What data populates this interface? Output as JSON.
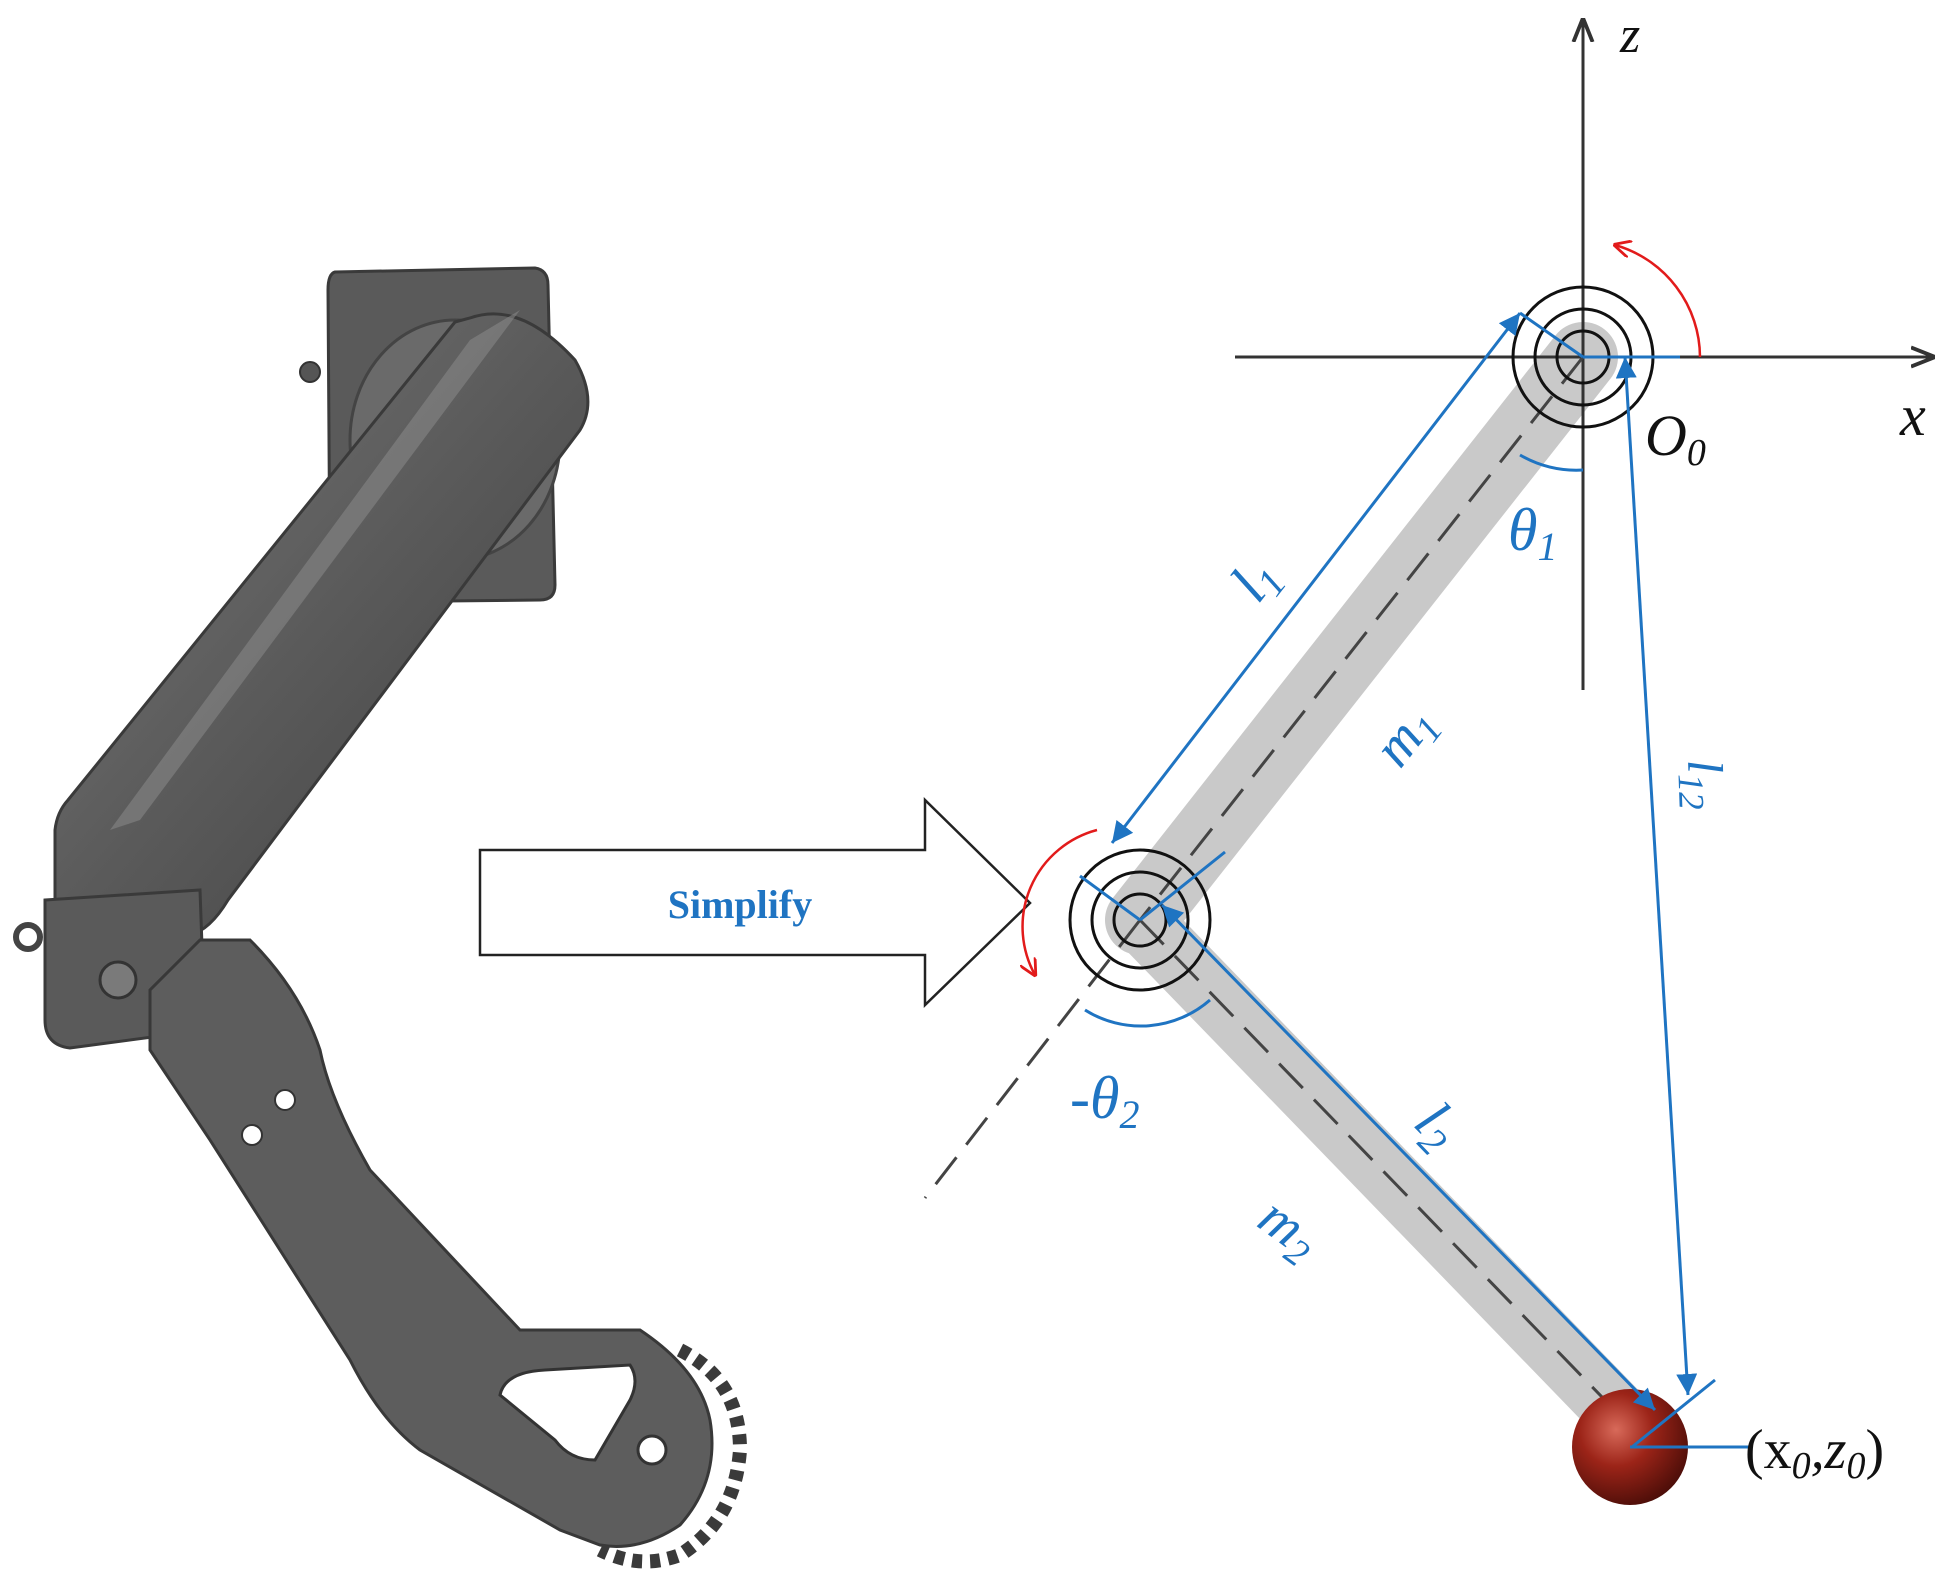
{
  "arrow": {
    "label": "Simplify"
  },
  "axes": {
    "z": "z",
    "x": "x",
    "origin_main": "O",
    "origin_sub": "0"
  },
  "labels": {
    "l1_main": "l",
    "l1_sub": "1",
    "m1_main": "m",
    "m1_sub": "1",
    "theta1_main": "θ",
    "theta1_sub": "1",
    "l12_main": "l",
    "l12_sub": "12",
    "neg_theta2_main": "-θ",
    "neg_theta2_sub": "2",
    "l2_main": "l",
    "l2_sub": "2",
    "m2_main": "m",
    "m2_sub": "2",
    "endpoint_open": "(x",
    "endpoint_x_sub": "0",
    "endpoint_comma": ",z",
    "endpoint_z_sub": "0",
    "endpoint_close": ")"
  },
  "colors": {
    "dimension_blue": "#1f74c2",
    "rotation_red": "#e21b1b",
    "link_gray": "#c9c9c9",
    "robot_gray": "#5d5d5d",
    "end_mass": "#8b1d14"
  }
}
